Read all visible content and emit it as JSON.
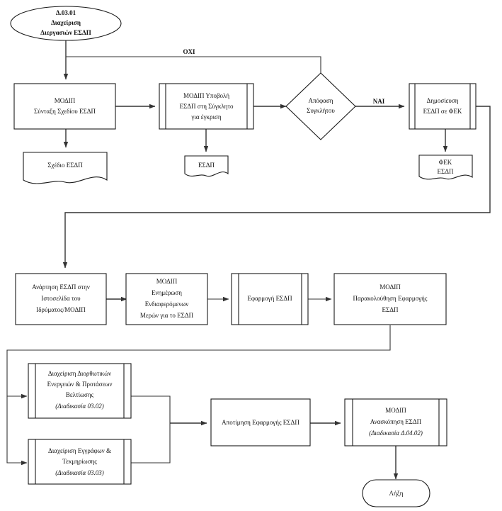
{
  "diagram": {
    "title": "Δ.03.01 Διαχείριση Διεργασιών ΕΣΔΠ",
    "type": "flowchart",
    "orientation": "top-to-bottom"
  },
  "nodes": {
    "start": {
      "shape": "terminator-ellipse",
      "line1": "Δ.03.01",
      "line2": "Διαχείριση",
      "line3": "Διεργασιών ΕΣΔΠ"
    },
    "syntaxi": {
      "shape": "process",
      "line1": "ΜΟΔΙΠ",
      "line2": "Σύνταξη Σχεδίου ΕΣΔΠ"
    },
    "sxedio_doc": {
      "shape": "document",
      "line1": "Σχέδιο ΕΣΔΠ"
    },
    "ypovoli": {
      "shape": "predefined-process",
      "line1": "ΜΟΔΙΠ Υποβολή",
      "line2": "ΕΣΔΠ στη Σύγκλητο",
      "line3": "για έγκριση"
    },
    "esdp_doc": {
      "shape": "document",
      "line1": "ΕΣΔΠ"
    },
    "apofasi": {
      "shape": "decision",
      "line1": "Απόφαση",
      "line2": "Συγκλήτου"
    },
    "dimosieysi": {
      "shape": "predefined-process",
      "line1": "Δημοσίευση",
      "line2": "ΕΣΔΠ σε ΦΕΚ"
    },
    "fek_doc": {
      "shape": "document",
      "line1": "ΦΕΚ",
      "line2": "ΕΣΔΠ"
    },
    "anartisi": {
      "shape": "process",
      "line1": "Ανάρτηση ΕΣΔΠ στην",
      "line2": "Ιστοσελίδα του",
      "line3": "Ιδρύματος/ΜΟΔΙΠ"
    },
    "enimerosi": {
      "shape": "process",
      "line1": "ΜΟΔΙΠ",
      "line2": "Ενημέρωση",
      "line3": "Ενδιαφερόμενων",
      "line4": "Μερών για το ΕΣΔΠ"
    },
    "efarmogi": {
      "shape": "predefined-process",
      "line1": "Εφαρμογή ΕΣΔΠ"
    },
    "parakolouthisi": {
      "shape": "process",
      "line1": "ΜΟΔΙΠ",
      "line2": "Παρακολούθηση Εφαρμογής",
      "line3": "ΕΣΔΠ"
    },
    "diorthotikes": {
      "shape": "predefined-process",
      "line1": "Διαχείριση Διορθωτικών",
      "line2": "Ενεργειών & Προτάσεων",
      "line3": "Βελτίωσης",
      "line4": "(Διαδικασία 03.02)"
    },
    "eggrafa": {
      "shape": "predefined-process",
      "line1": "Διαχείριση Εγγράφων &",
      "line2": "Τεκμηρίωσης",
      "line3": "(Διαδικασία 03.03)"
    },
    "apotimisi": {
      "shape": "process",
      "line1": "Αποτίμηση Εφαρμογής ΕΣΔΠ"
    },
    "anaskopisi": {
      "shape": "predefined-process",
      "line1": "ΜΟΔΙΠ",
      "line2": "Ανασκόπηση ΕΣΔΠ",
      "line3": "(Διαδικασία Δ.04.02)"
    },
    "end": {
      "shape": "terminator-rounded",
      "line1": "Λήξη"
    }
  },
  "edge_labels": {
    "no": "ΟΧΙ",
    "yes": "ΝΑΙ"
  },
  "colors": {
    "stroke": "#1a1a1a",
    "connector": "#333333",
    "fill": "#ffffff",
    "text": "#111111"
  }
}
